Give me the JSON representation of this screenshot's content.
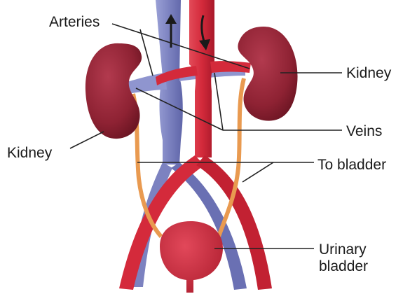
{
  "labels": {
    "arteries": "Arteries",
    "kidney_right": "Kidney",
    "veins": "Veins",
    "kidney_left": "Kidney",
    "to_bladder": "To bladder",
    "urinary_bladder_line1": "Urinary",
    "urinary_bladder_line2": "bladder"
  },
  "colors": {
    "artery": "#d42a3b",
    "vein": "#7f86c2",
    "kidney": "#8e2233",
    "ureter": "#e99a50",
    "bladder": "#cc2b3d",
    "leader_line": "#222222"
  }
}
